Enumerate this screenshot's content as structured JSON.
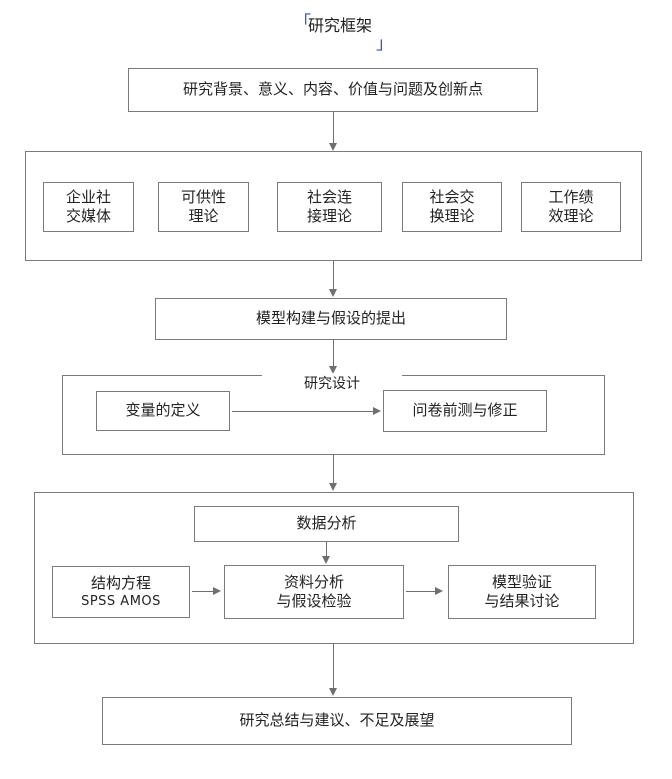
{
  "title": {
    "bracket_open": "「",
    "bracket_close": "」",
    "text": "研究框架"
  },
  "nodes": {
    "intro": "研究背景、意义、内容、价值与问题及创新点",
    "model": "模型构建与假设的提出",
    "conclusion": "研究总结与建议、不足及展望"
  },
  "theory_section": {
    "items": [
      {
        "label": "企业社\n交媒体"
      },
      {
        "label": "可供性\n理论"
      },
      {
        "label": "社会连\n接理论"
      },
      {
        "label": "社会交\n换理论"
      },
      {
        "label": "工作绩\n效理论"
      }
    ]
  },
  "design_section": {
    "label": "研究设计",
    "variable_box": "变量的定义",
    "pretest_box": "问卷前测与修正"
  },
  "analysis_section": {
    "data_analysis": "数据分析",
    "sem_box_line1": "结构方程",
    "sem_box_line2": "SPSS    AMOS",
    "result_box": "资料分析\n与假设检验",
    "verify_box": "模型验证\n与结果讨论"
  },
  "colors": {
    "border": "#7b7b7b",
    "connector": "#6f6f6f",
    "title_bracket": "#2f4fd0",
    "text": "#232323",
    "background": "#ffffff"
  }
}
